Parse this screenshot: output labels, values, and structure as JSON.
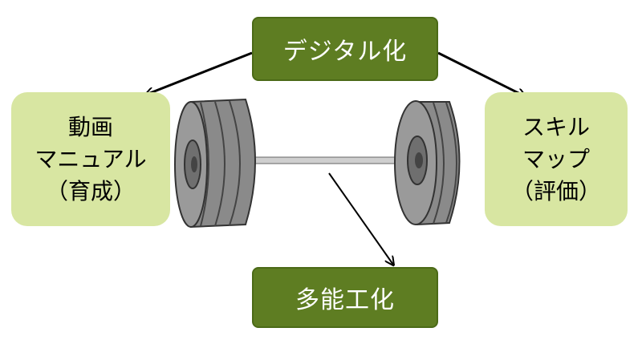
{
  "nodes": {
    "top": "デジタル化",
    "bottom": "多能工化",
    "left": [
      "動画",
      "マニュアル",
      "（育成）"
    ],
    "right": [
      "スキル",
      "マップ",
      "（評価）"
    ]
  },
  "colors": {
    "dark_box": "#5e7d22",
    "light_box": "#d8e6a2",
    "tire": "#7b7b7b",
    "arrow": "#000000"
  },
  "icons": [
    "wheel-axle-illustration"
  ]
}
